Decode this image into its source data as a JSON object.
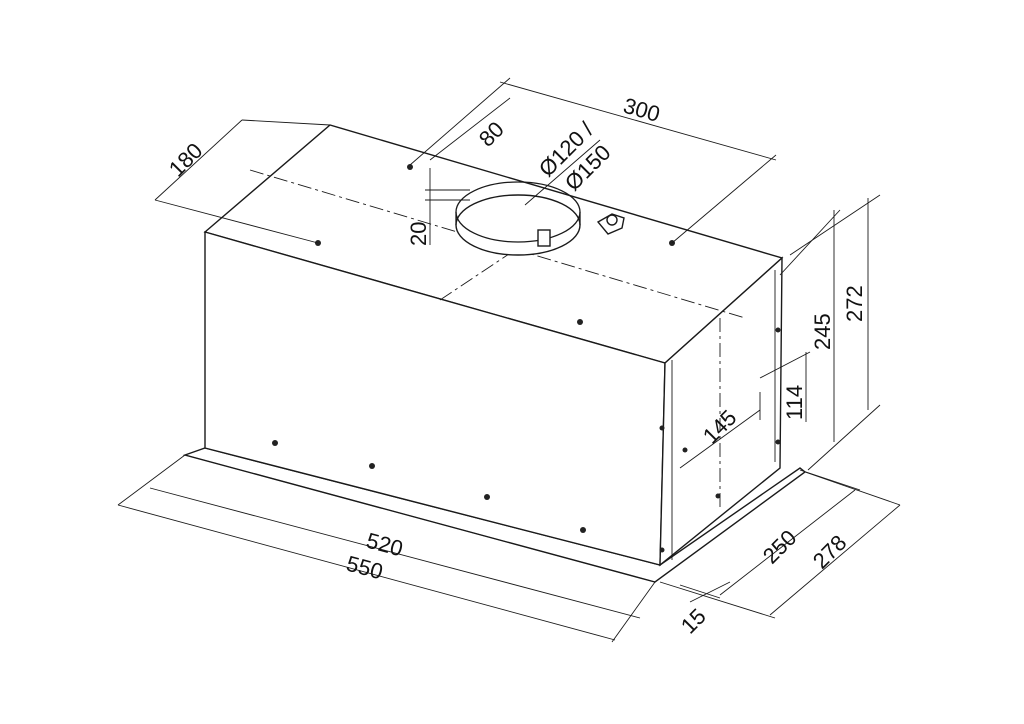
{
  "drawing": {
    "title": "Built-in cooker hood dimension drawing",
    "dimensions": {
      "width_top": "300",
      "depth_left": "180",
      "outlet_offset": "80",
      "outlet_diameter_1": "Ø120 /",
      "outlet_diameter_2": "Ø150",
      "outlet_height": "20",
      "total_height": "272",
      "body_height": "245",
      "side_hole_height": "114",
      "side_hole_depth": "145",
      "body_width": "520",
      "total_width": "550",
      "body_depth": "250",
      "total_depth": "278",
      "flange": "15"
    }
  }
}
